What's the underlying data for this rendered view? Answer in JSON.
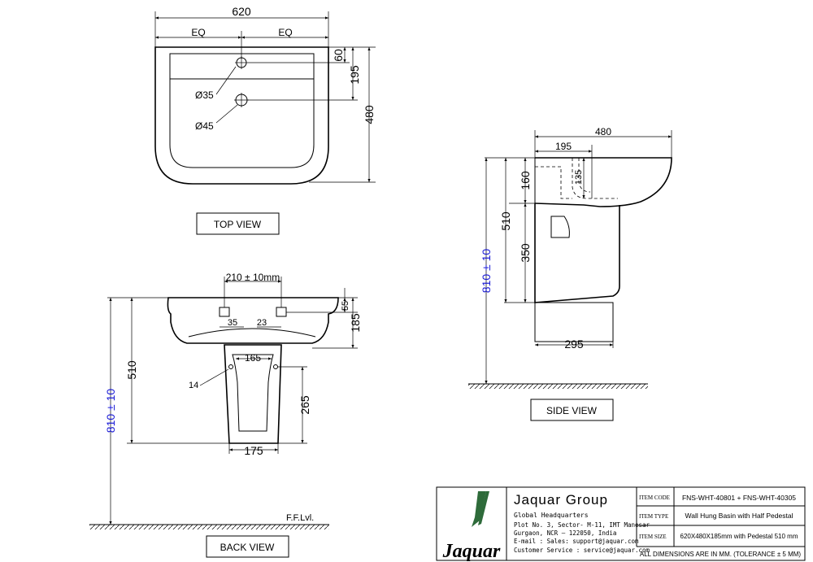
{
  "views": {
    "top": "TOP VIEW",
    "back": "BACK VIEW",
    "side": "SIDE VIEW"
  },
  "top_view": {
    "width": "620",
    "eq_left": "EQ",
    "eq_right": "EQ",
    "tap_offset": "60",
    "hole_offset": "195",
    "depth": "480",
    "tap_hole": "Ø35",
    "waste_hole": "Ø45"
  },
  "back_view": {
    "bracket_spacing": "210 ± 10mm",
    "bracket_height": "55",
    "basin_height": "185",
    "bracket_w1": "35",
    "bracket_w2": "23",
    "pedestal_top": "165",
    "fixing_hole": "14",
    "fixing_height": "265",
    "pedestal_base": "175",
    "rim_height": "510",
    "total_height": "810 ± 10",
    "floor_level": "F.F.Lvl."
  },
  "side_view": {
    "depth": "480",
    "tap_offset": "195",
    "inner_depth": "135",
    "bowl_height": "160",
    "rim_height": "510",
    "pedestal_height": "350",
    "total_height": "810 ± 10",
    "pedestal_depth": "295"
  },
  "title_block": {
    "company": "Jaquar Group",
    "hq": "Global Headquarters",
    "address1": "Plot No. 3, Sector- M-11, IMT Manesar",
    "address2": "Gurgaon, NCR – 122050, India",
    "email_sales": "E-mail : Sales: support@jaquar.com",
    "email_service": "Customer Service : service@jaquar.com",
    "logo_text": "Jaquar",
    "item_code_label": "ITEM CODE",
    "item_code": "FNS-WHT-40801 + FNS-WHT-40305",
    "item_type_label": "ITEM TYPE",
    "item_type": "Wall Hung Basin with Half Pedestal",
    "item_size_label": "ITEM SIZE",
    "item_size": "620X480X185mm with Pedestal 510 mm",
    "note": "ALL DIMENSIONS ARE IN MM. (TOLERANCE ± 5 MM)"
  },
  "colors": {
    "line": "#000000",
    "highlight_blue": "#1a1ad6",
    "logo_green": "#2e6b3a"
  }
}
